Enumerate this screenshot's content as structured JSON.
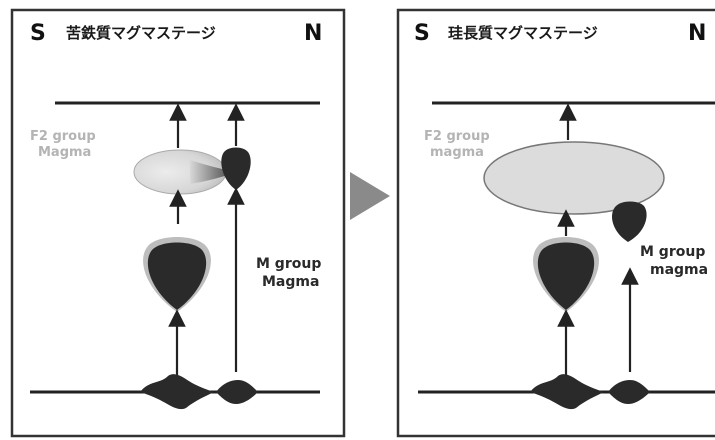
{
  "left_panel": {
    "direction_south": "S",
    "direction_north": "N",
    "title": "苦鉄質マグマステージ",
    "f2_label_line1": "F2 group",
    "f2_label_line2": "Magma",
    "m_label_line1": "M group",
    "m_label_line2": "Magma"
  },
  "right_panel": {
    "direction_south": "S",
    "direction_north": "N",
    "title": "珪長質マグマステージ",
    "f2_label_line1": "F2 group",
    "f2_label_line2": "magma",
    "m_label_line1": "M group",
    "m_label_line2": "magma"
  },
  "colors": {
    "magma_dark": "#2a2a2a",
    "f2_light": "#dcdcdc",
    "arrow_gray": "#8a8a8a",
    "frame": "#333333"
  }
}
